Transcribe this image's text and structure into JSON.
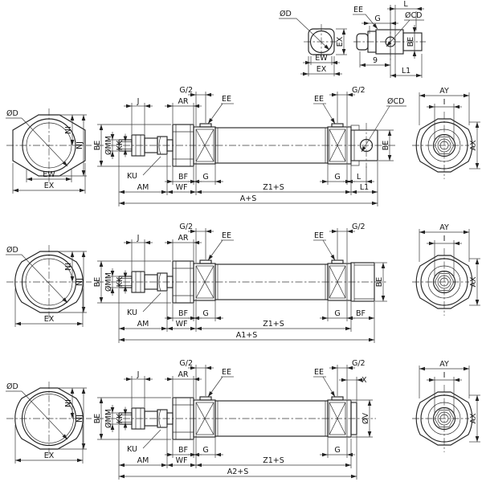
{
  "figure": {
    "background": "#ffffff",
    "line_color": "#262626"
  },
  "top_detail": {
    "square_end": {
      "od": "ØD",
      "ex_side": "EX",
      "ew": "EW",
      "ex_bottom": "EX"
    },
    "clevis_detail": {
      "l": "L",
      "ee": "EE",
      "g": "G",
      "ocd": "ØCD",
      "be": "BE",
      "nine": "9",
      "l1": "L1"
    }
  },
  "rows": [
    {
      "left": {
        "od": "ØD",
        "ni": "NI",
        "nj": "NJ",
        "ew": "EW",
        "ex": "EX"
      },
      "cyl": {
        "g2f": "G/2",
        "j": "J",
        "ar": "AR",
        "eef": "EE",
        "eer": "EE",
        "g2r": "G/2",
        "ocd": "ØCD",
        "be": "BE",
        "omm": "ØMM",
        "kk": "KK",
        "ku": "KU",
        "bf": "BF",
        "gf": "G",
        "gr": "G",
        "l": "L",
        "am": "AM",
        "wf": "WF",
        "z1s": "Z1+S",
        "l1": "L1",
        "total": "A+S",
        "ber": "BE"
      },
      "right": {
        "ay": "AY",
        "i": "I",
        "ax": "AX"
      }
    },
    {
      "left": {
        "od": "ØD",
        "ni": "NI",
        "nj": "NJ",
        "ex": "EX"
      },
      "cyl": {
        "g2f": "G/2",
        "j": "J",
        "ar": "AR",
        "eef": "EE",
        "eer": "EE",
        "g2r": "G/2",
        "be": "BE",
        "omm": "ØMM",
        "kk": "KK",
        "ku": "KU",
        "bf": "BF",
        "gf": "G",
        "gr": "G",
        "bfr": "BF",
        "am": "AM",
        "wf": "WF",
        "z1s": "Z1+S",
        "total": "A1+S",
        "ber": "BE"
      },
      "right": {
        "ay": "AY",
        "i": "I",
        "ax": "AX"
      }
    },
    {
      "left": {
        "od": "ØD",
        "ni": "NI",
        "nj": "NJ",
        "ex": "EX"
      },
      "cyl": {
        "g2f": "G/2",
        "j": "J",
        "ar": "AR",
        "eef": "EE",
        "eer": "EE",
        "g2r": "G/2",
        "x": "X",
        "be": "BE",
        "omm": "ØMM",
        "kk": "KK",
        "ku": "KU",
        "bf": "BF",
        "gf": "G",
        "gr": "G",
        "ov": "ØV",
        "am": "AM",
        "wf": "WF",
        "z1s": "Z1+S",
        "total": "A2+S"
      },
      "right": {
        "ay": "AY",
        "i": "I",
        "ax": "AX"
      }
    }
  ]
}
